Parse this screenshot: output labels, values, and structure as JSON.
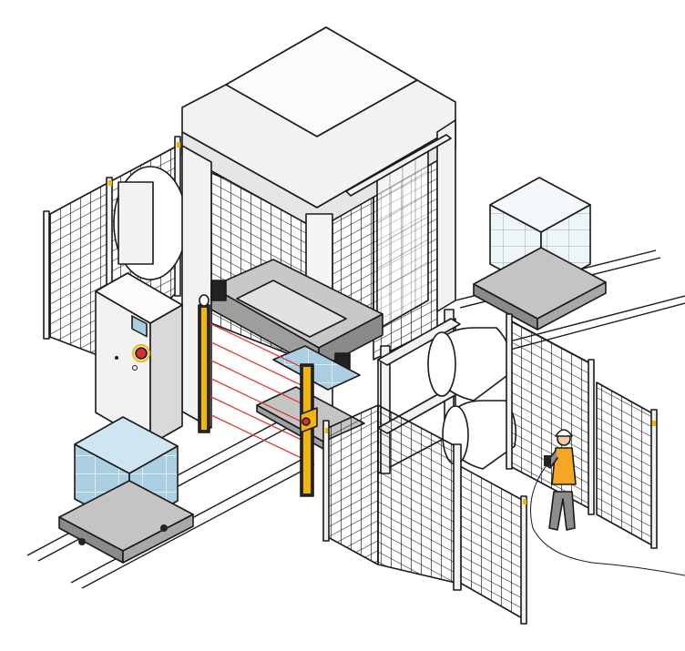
{
  "colors": {
    "outline": "#1a1a1a",
    "structure_fill": "#f2f2f2",
    "structure_shade": "#dcdcdc",
    "carriage_grey": "#9e9e9e",
    "pallet_grey": "#a8a8a8",
    "load_blue": "#a9cfe0",
    "safety_yellow": "#f2b705",
    "laser_red": "#e53935",
    "estop_red": "#d32f2f",
    "worker_vest": "#f5a623",
    "worker_trousers": "#8c8c8c"
  },
  "icons": [
    "stretch-film-roll",
    "emergency-stop",
    "light-curtain",
    "pendant-controller",
    "safety-helmet"
  ]
}
